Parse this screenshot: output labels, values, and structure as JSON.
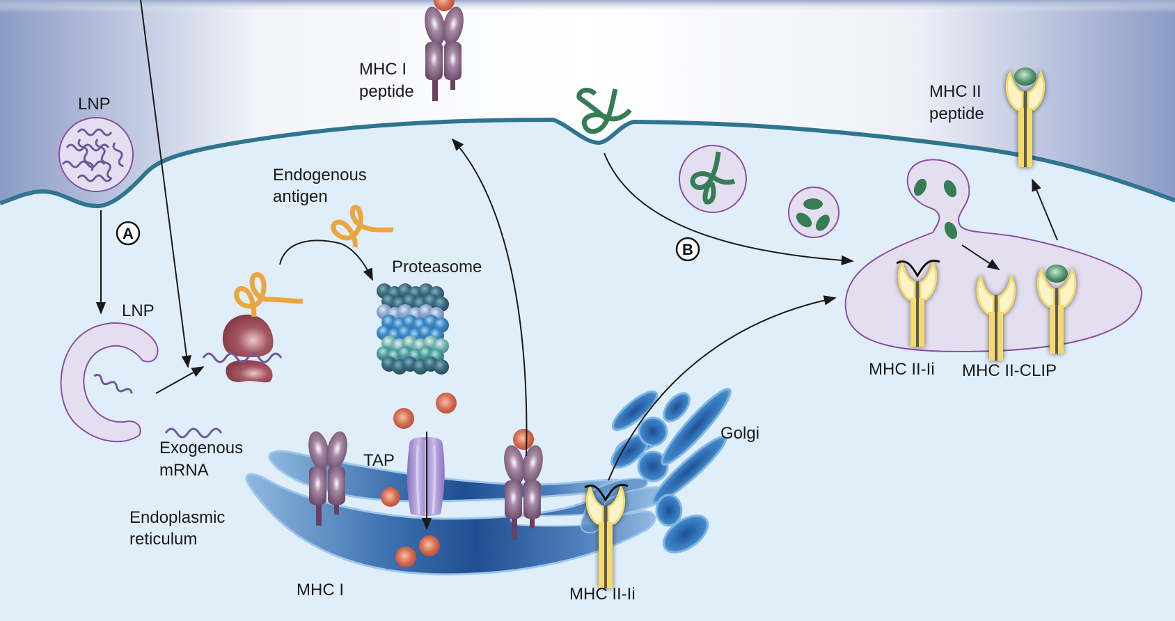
{
  "diagram": {
    "title": "mRNA vaccine antigen processing and MHC presentation",
    "colors": {
      "extracellular_light": "#ffffff",
      "extracellular_dark": "#8c9cc6",
      "cytoplasm": "#e0eefa",
      "membrane": "#2f7590",
      "vesicle_fill": "#e3dff0",
      "vesicle_stroke": "#8a4ea6",
      "mrna": "#6e5a9a",
      "endogenous_antigen": "#eaa63f",
      "exogenous_antigen": "#367d55",
      "peptide": "#d4694e",
      "mhc1": "#7a5a78",
      "mhc2": "#f5dc6a",
      "er": "#2c5fa0",
      "golgi": "#2d6fb2",
      "ribosome": "#9a4a57",
      "tap": "#9a86c8",
      "arrow": "#1a1a1a"
    },
    "pathway_badges": [
      {
        "id": "A",
        "label": "A"
      },
      {
        "id": "B",
        "label": "B"
      }
    ],
    "labels": {
      "lnp_outside": "LNP",
      "lnp_inside": "LNP",
      "endogenous_antigen_line1": "Endogenous",
      "endogenous_antigen_line2": "antigen",
      "mhc1_peptide_line1": "MHC I",
      "mhc1_peptide_line2": "peptide",
      "proteasome": "Proteasome",
      "exogenous_mrna_line1": "Exogenous",
      "exogenous_mrna_line2": "mRNA",
      "tap": "TAP",
      "er_line1": "Endoplasmic",
      "er_line2": "reticulum",
      "mhc1": "MHC I",
      "mhc2_ii_er": "MHC II-Ii",
      "golgi": "Golgi",
      "mhc2_peptide_line1": "MHC II",
      "mhc2_peptide_line2": "peptide",
      "mhc2_ii_endosome": "MHC II-Ii",
      "mhc2_clip": "MHC II-CLIP"
    }
  }
}
